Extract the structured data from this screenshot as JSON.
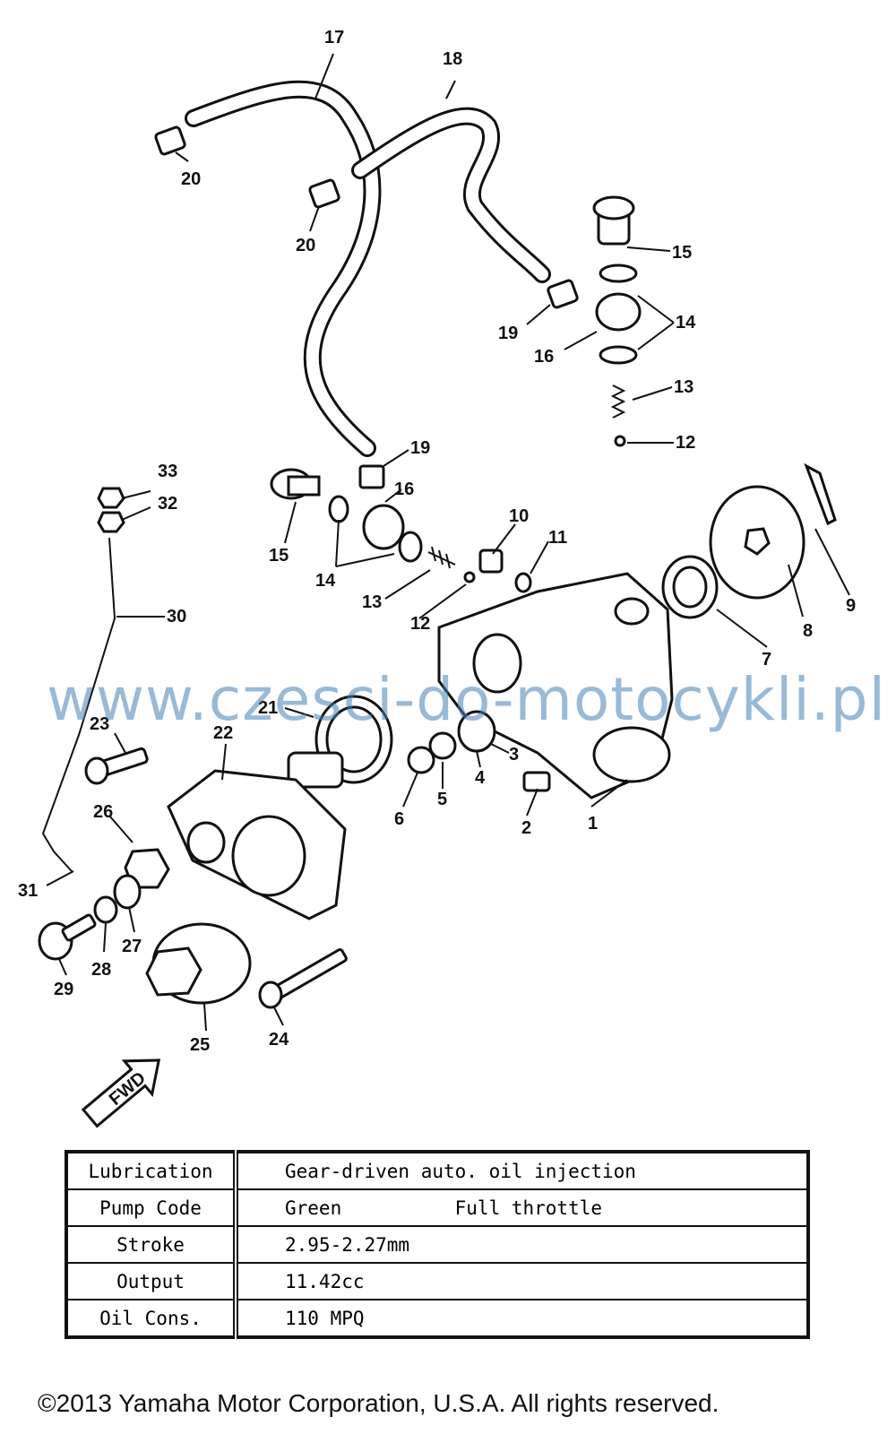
{
  "callouts": [
    "1",
    "2",
    "3",
    "4",
    "5",
    "6",
    "7",
    "8",
    "9",
    "10",
    "11",
    "12",
    "12",
    "13",
    "13",
    "14",
    "14",
    "15",
    "15",
    "16",
    "16",
    "17",
    "18",
    "19",
    "19",
    "20",
    "20",
    "21",
    "22",
    "23",
    "24",
    "25",
    "26",
    "27",
    "28",
    "29",
    "30",
    "31",
    "32",
    "33"
  ],
  "front_marker": "FWD",
  "watermark": "www.czesci-do-motocykli.pl",
  "specs": [
    {
      "key": "Lubrication",
      "value": "Gear-driven auto. oil injection"
    },
    {
      "key": "Pump Code",
      "value": "Green          Full throttle"
    },
    {
      "key": "Stroke",
      "value": "2.95-2.27mm"
    },
    {
      "key": "Output",
      "value": "11.42cc"
    },
    {
      "key": "Oil Cons.",
      "value": "110 MPQ"
    }
  ],
  "copyright": "©2013 Yamaha Motor Corporation, U.S.A. All rights reserved."
}
